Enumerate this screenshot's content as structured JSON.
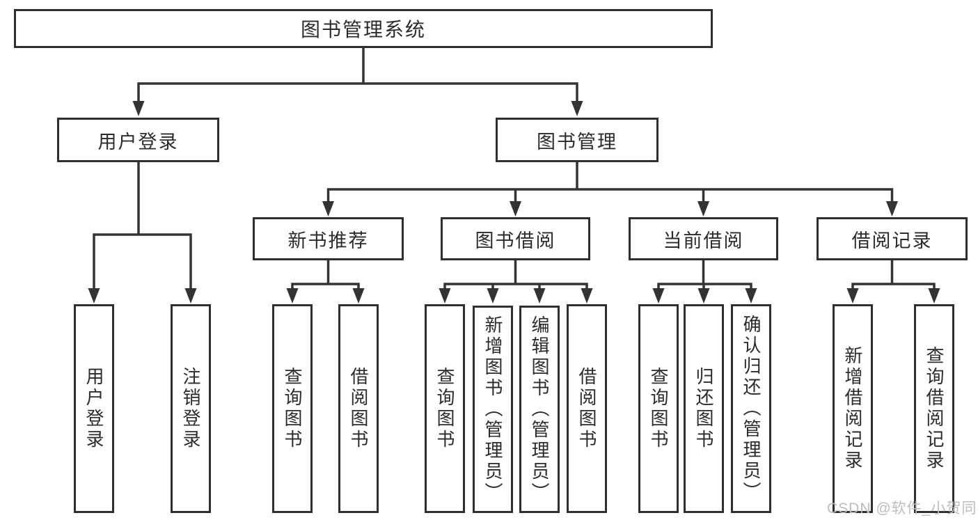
{
  "tree": {
    "label": "图书管理系统",
    "children": [
      {
        "label": "用户登录",
        "children": [
          {
            "label": "用户登录"
          },
          {
            "label": "注销登录"
          }
        ]
      },
      {
        "label": "图书管理",
        "children": [
          {
            "label": "新书推荐",
            "children": [
              {
                "label": "查询图书"
              },
              {
                "label": "借阅图书"
              }
            ]
          },
          {
            "label": "图书借阅",
            "children": [
              {
                "label": "查询图书"
              },
              {
                "label": "新增图书（管理员）"
              },
              {
                "label": "编辑图书（管理员）"
              },
              {
                "label": "借阅图书"
              }
            ]
          },
          {
            "label": "当前借阅",
            "children": [
              {
                "label": "查询图书"
              },
              {
                "label": "归还图书"
              },
              {
                "label": "确认归还（管理员）"
              }
            ]
          },
          {
            "label": "借阅记录",
            "children": [
              {
                "label": "新增借阅记录"
              },
              {
                "label": "查询借阅记录"
              }
            ]
          }
        ]
      }
    ]
  },
  "watermark": {
    "text": "CSDN @软件_小贺同学"
  },
  "colors": {
    "line": "#333333",
    "box_border": "#2f2f2f",
    "text": "#2b2b2e",
    "watermark": "#bdbdbd",
    "background": "#ffffff"
  }
}
